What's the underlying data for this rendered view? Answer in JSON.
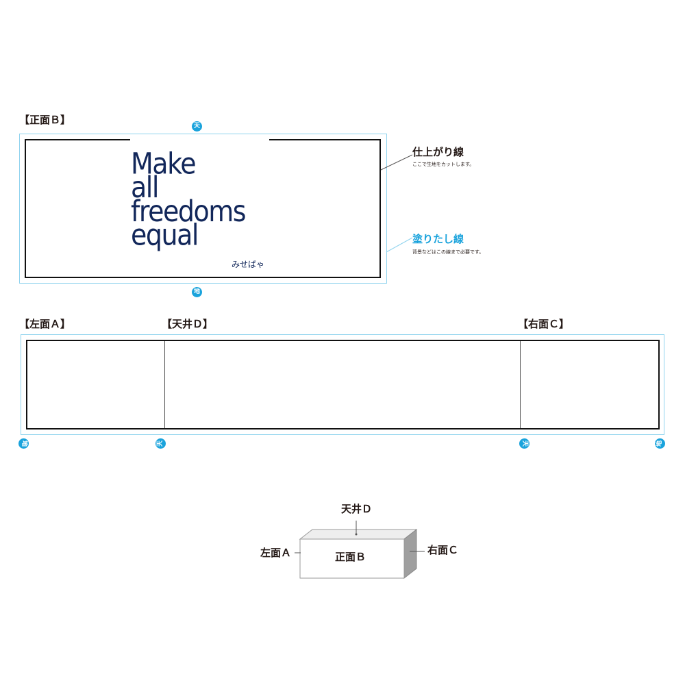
{
  "front_panel": {
    "label": "【正面Ｂ】",
    "top_badge": "天",
    "bottom_badge": "地",
    "text_lines": [
      "Make",
      "all",
      "freedoms",
      "equal"
    ],
    "signature": "みせばゃ"
  },
  "legend": {
    "trim_title": "仕上がり線",
    "trim_note": "ここで生地をカットします。",
    "bleed_title": "塗りたし線",
    "bleed_note": "背景などはこの線まで必要です。"
  },
  "strip_panel": {
    "left_label": "【左面Ａ】",
    "ceiling_label": "【天井Ｄ】",
    "right_label": "【右面Ｃ】",
    "badges": [
      "地",
      "天",
      "天",
      "地"
    ]
  },
  "box_diagram": {
    "top_label": "天井Ｄ",
    "left_label": "左面Ａ",
    "front_label": "正面Ｂ",
    "right_label": "右面Ｃ"
  },
  "colors": {
    "bleed_line": "#8fd3ee",
    "trim_line": "#111111",
    "badge": "#1aa3dc",
    "main_text": "#12275a",
    "bleed_title": "#1aa3dc"
  }
}
